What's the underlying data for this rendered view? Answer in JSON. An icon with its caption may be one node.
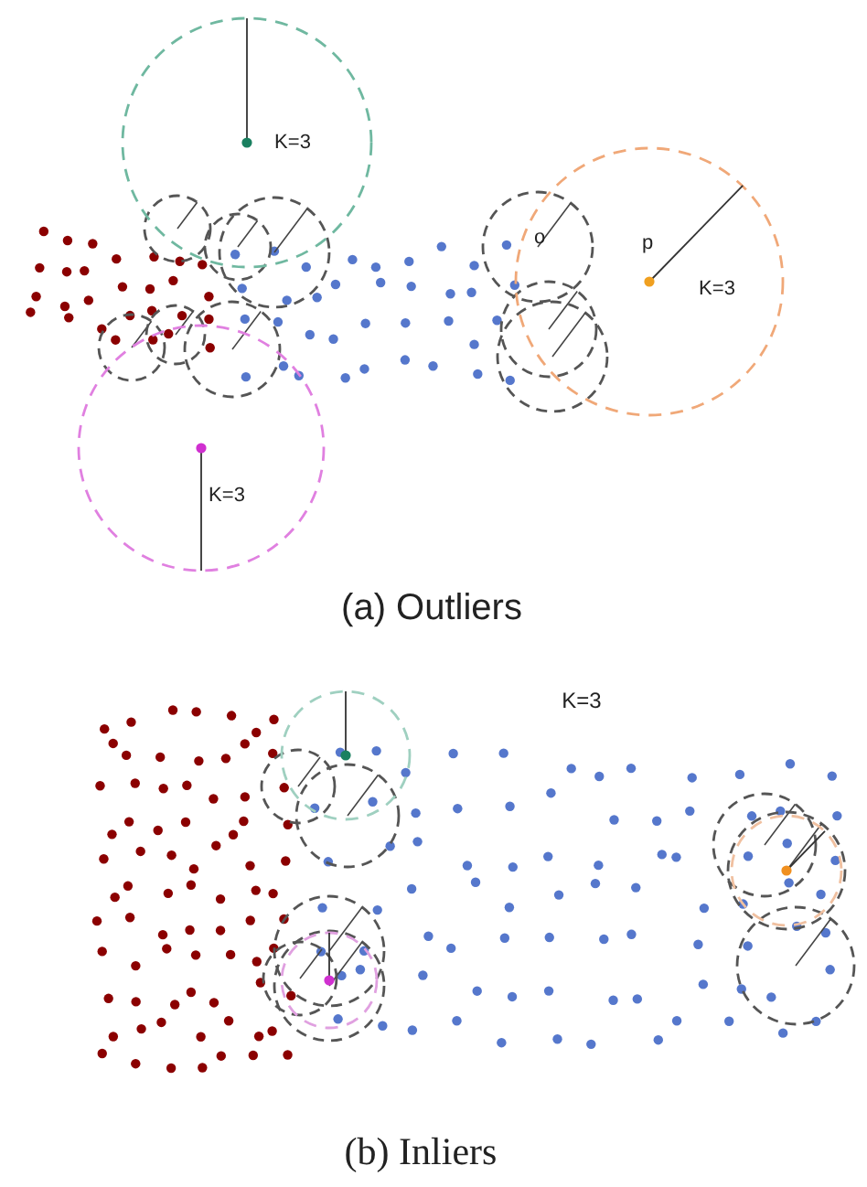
{
  "diagram": {
    "labels": [
      "K=3",
      "o",
      "p",
      "K=3",
      "K=3",
      "(a) Outliers",
      "K=3",
      "(b) Inliers"
    ]
  }
}
